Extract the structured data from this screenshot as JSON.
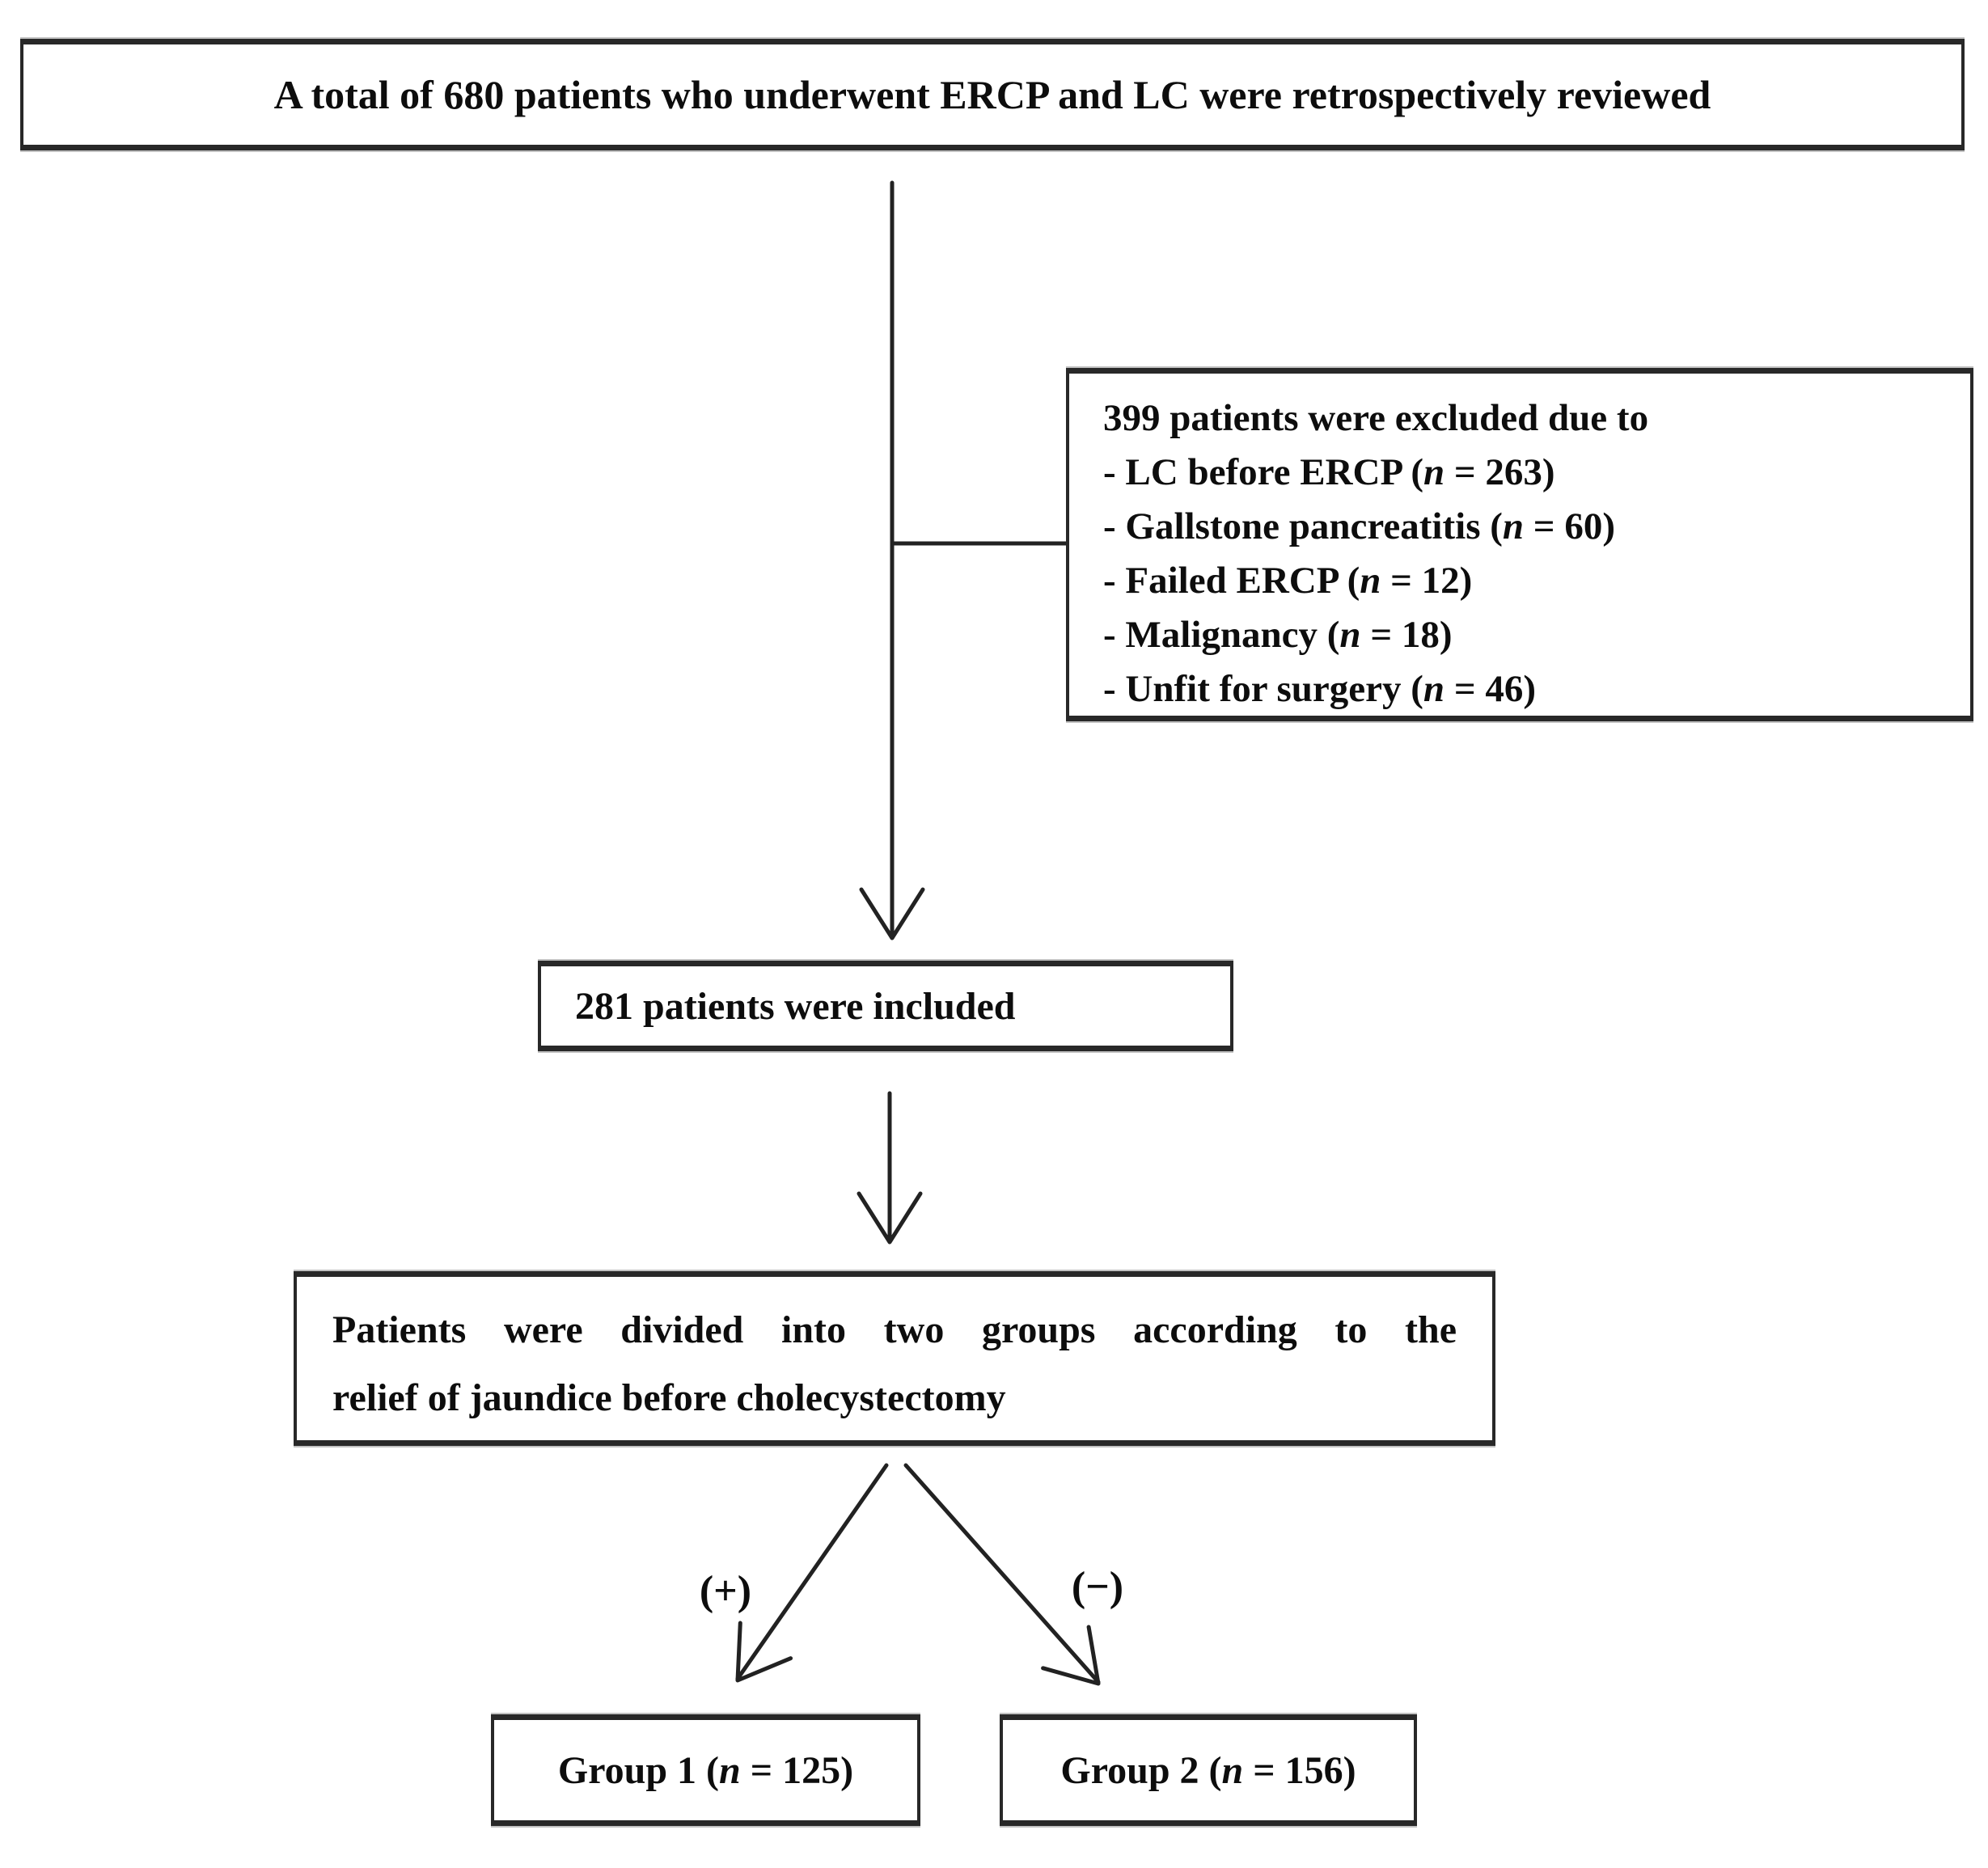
{
  "figure": {
    "kind": "patient-flow-diagram",
    "background_color": "#ffffff",
    "line_color": "#222222",
    "text_color": "#0d0d0d"
  },
  "boxes": {
    "reviewed": {
      "text": "A total of 680 patients who underwent ERCP and LC were retrospectively reviewed"
    },
    "excluded": {
      "title": "399 patients were excluded due to",
      "items": [
        {
          "pre": "- LC before ERCP (",
          "var": "n",
          "post": " = 263)"
        },
        {
          "pre": "- Gallstone pancreatitis (",
          "var": "n",
          "post": " = 60)"
        },
        {
          "pre": "- Failed ERCP (",
          "var": "n",
          "post": " = 12)"
        },
        {
          "pre": "- Malignancy (",
          "var": "n",
          "post": " = 18)"
        },
        {
          "pre": "- Unfit for surgery (",
          "var": "n",
          "post": " = 46)"
        }
      ]
    },
    "included": {
      "text": "281 patients were included"
    },
    "division": {
      "line1": "Patients were divided into two groups according to the",
      "line2": "relief of jaundice before cholecystectomy"
    },
    "group1": {
      "pre": "Group 1 (",
      "var": "n",
      "post": " = 125)"
    },
    "group2": {
      "pre": "Group 2 (",
      "var": "n",
      "post": " = 156)"
    }
  },
  "labels": {
    "plus": "(+)",
    "minus": "(−)"
  }
}
